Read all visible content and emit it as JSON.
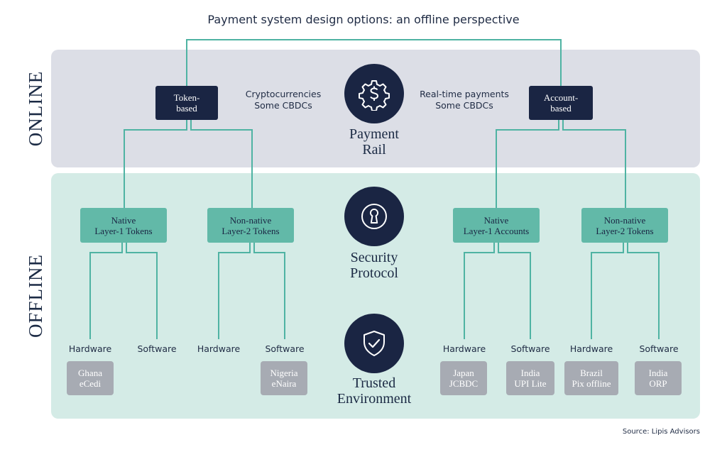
{
  "title": "Payment system design options: an offline perspective",
  "bands": {
    "online": "ONLINE",
    "offline": "OFFLINE"
  },
  "top_nodes": {
    "token": "Token-\nbased",
    "account": "Account-\nbased"
  },
  "notes": {
    "token": "Cryptocurrencies\nSome CBDCs",
    "account": "Real-time payments\nSome CBDCs"
  },
  "center": {
    "payment_rail": "Payment\nRail",
    "security_protocol": "Security\nProtocol",
    "trusted_environment": "Trusted\nEnvironment"
  },
  "mid_nodes": [
    "Native\nLayer-1 Tokens",
    "Non-native\nLayer-2 Tokens",
    "Native\nLayer-1 Accounts",
    "Non-native\nLayer-2 Tokens"
  ],
  "leaf_labels": [
    "Hardware",
    "Software",
    "Hardware",
    "Software",
    "Hardware",
    "Software",
    "Hardware",
    "Software"
  ],
  "examples": {
    "ghana": "Ghana\neCedi",
    "nigeria": "Nigeria\neNaira",
    "japan": "Japan\nJCBDC",
    "india_upi": "India\nUPI Lite",
    "brazil": "Brazil\nPix offline",
    "india_orp": "India\nORP"
  },
  "source": "Source: Lipis Advisors",
  "colors": {
    "navy": "#1a2543",
    "teal_line": "#4fb3a3",
    "teal_box": "#62b9a8",
    "online_band": "#dcdee6",
    "offline_band": "#d4ebe6",
    "example_box": "#a7abb3"
  },
  "icons": {
    "payment_rail": "dollar-gear-icon",
    "security_protocol": "keyhole-lock-icon",
    "trusted_environment": "shield-check-icon"
  }
}
